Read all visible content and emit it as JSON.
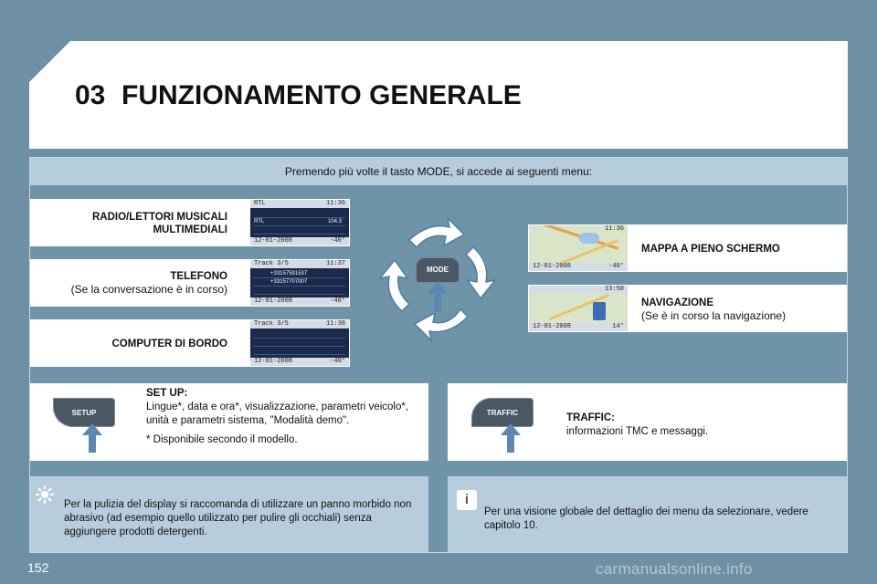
{
  "header": {
    "chapter_number": "03",
    "title": "FUNZIONAMENTO GENERALE"
  },
  "intro": "Premendo più volte il tasto MODE, si accede ai seguenti menu:",
  "menus_left": [
    {
      "title_line1": "RADIO/LETTORI MUSICALI",
      "title_line2": "MULTIMEDIALI",
      "note": ""
    },
    {
      "title_line1": "TELEFONO",
      "title_line2": "",
      "note": "(Se la conversazione è in corso)"
    },
    {
      "title_line1": "COMPUTER DI BORDO",
      "title_line2": "",
      "note": ""
    }
  ],
  "menus_right": [
    {
      "title": "MAPPA A PIENO SCHERMO",
      "note": ""
    },
    {
      "title": "NAVIGAZIONE",
      "note": "(Se è in corso la navigazione)"
    }
  ],
  "mode_key": "MODE",
  "setup": {
    "key": "SETUP",
    "title": "SET UP:",
    "text": "Lingue*, data e ora*, visualizzazione, parametri veicolo*, unità e parametri sistema, \"Modalità demo\".",
    "footnote": "* Disponibile secondo il modello."
  },
  "traffic": {
    "key": "TRAFFIC",
    "title": "TRAFFIC:",
    "text": "informazioni TMC e messaggi."
  },
  "tip": {
    "icon": "sun-icon",
    "text": "Per la pulizia del display si raccomanda di utilizzare un panno morbido non abrasivo (ad esempio quello utilizzato per pulire gli occhiali) senza aggiungere prodotti detergenti."
  },
  "info": {
    "icon": "info-icon",
    "text": "Per una visione globale del dettaglio dei menu da selezionare, vedere capitolo 10."
  },
  "screens": {
    "radio": {
      "status_left": "RTL",
      "time": "11:36",
      "row1": "RTL",
      "row2": "104.3",
      "footer_date": "12-01-2008",
      "footer_temp": "-40°"
    },
    "phone": {
      "status_left": "Track 3/5",
      "time": "11:37",
      "row1": "+33157591537",
      "row2": "+33157707007",
      "footer_date": "12-01-2008",
      "footer_temp": "-40°"
    },
    "computer": {
      "status_left": "Track 3/5",
      "time": "11:38",
      "footer_date": "12-01-2008",
      "footer_temp": "-40°"
    },
    "map_full": {
      "time": "11:36",
      "footer_date": "12-01-2008",
      "footer_temp": "-40°"
    },
    "nav": {
      "time": "13:50",
      "footer_date": "12-01-2008",
      "footer_temp": "14°"
    }
  },
  "page_number": "152",
  "watermark": "carmanualsonline.info",
  "colors": {
    "background": "#6d90a4",
    "light_panel": "#b7cddb",
    "arrow_white": "#ffffff",
    "arrow_blue": "#4e7ea8",
    "key_dark": "#4a5866"
  }
}
